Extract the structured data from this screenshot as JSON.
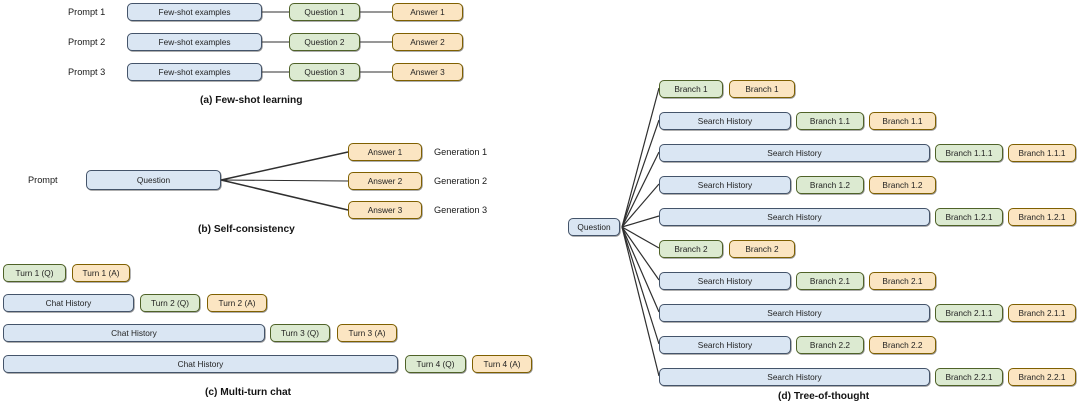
{
  "panels": {
    "a": {
      "caption": "(a) Few-shot learning",
      "rows": [
        {
          "prompt": "Prompt 1",
          "context": "Few-shot examples",
          "question": "Question 1",
          "answer": "Answer 1"
        },
        {
          "prompt": "Prompt 2",
          "context": "Few-shot examples",
          "question": "Question 2",
          "answer": "Answer 2"
        },
        {
          "prompt": "Prompt 3",
          "context": "Few-shot examples",
          "question": "Question 3",
          "answer": "Answer 3"
        }
      ]
    },
    "b": {
      "caption": "(b) Self-consistency",
      "prompt_label": "Prompt",
      "question": "Question",
      "rows": [
        {
          "answer": "Answer 1",
          "generation": "Generation 1"
        },
        {
          "answer": "Answer 2",
          "generation": "Generation 2"
        },
        {
          "answer": "Answer 3",
          "generation": "Generation 3"
        }
      ]
    },
    "c": {
      "caption": "(c) Multi-turn chat",
      "history_label": "Chat History",
      "rows": [
        {
          "history": null,
          "q": "Turn 1 (Q)",
          "a": "Turn 1 (A)"
        },
        {
          "history": "Chat History",
          "q": "Turn 2 (Q)",
          "a": "Turn 2 (A)"
        },
        {
          "history": "Chat History",
          "q": "Turn 3 (Q)",
          "a": "Turn 3 (A)"
        },
        {
          "history": "Chat History",
          "q": "Turn 4 (Q)",
          "a": "Turn 4 (A)"
        }
      ]
    },
    "d": {
      "caption": "(d) Tree-of-thought",
      "root": "Question",
      "history_label": "Search History",
      "rows": [
        {
          "history": null,
          "green": "Branch 1",
          "yellow": "Branch 1"
        },
        {
          "history": "Search History",
          "green": "Branch 1.1",
          "yellow": "Branch 1.1"
        },
        {
          "history": "Search History",
          "green": "Branch 1.1.1",
          "yellow": "Branch 1.1.1"
        },
        {
          "history": "Search History",
          "green": "Branch 1.2",
          "yellow": "Branch 1.2"
        },
        {
          "history": "Search History",
          "green": "Branch 1.2.1",
          "yellow": "Branch 1.2.1"
        },
        {
          "history": null,
          "green": "Branch 2",
          "yellow": "Branch 2"
        },
        {
          "history": "Search History",
          "green": "Branch 2.1",
          "yellow": "Branch 2.1"
        },
        {
          "history": "Search History",
          "green": "Branch 2.1.1",
          "yellow": "Branch 2.1.1"
        },
        {
          "history": "Search History",
          "green": "Branch 2.2",
          "yellow": "Branch 2.2"
        },
        {
          "history": "Search History",
          "green": "Branch 2.2.1",
          "yellow": "Branch 2.2.1"
        }
      ]
    }
  },
  "colors": {
    "blue_fill": "#dae6f3",
    "green_fill": "#dcead1",
    "yellow_fill": "#fbe5c2",
    "blue_border": "#44546a",
    "green_border": "#4f6228",
    "yellow_border": "#7f6000",
    "link": "#2f2f2f"
  }
}
